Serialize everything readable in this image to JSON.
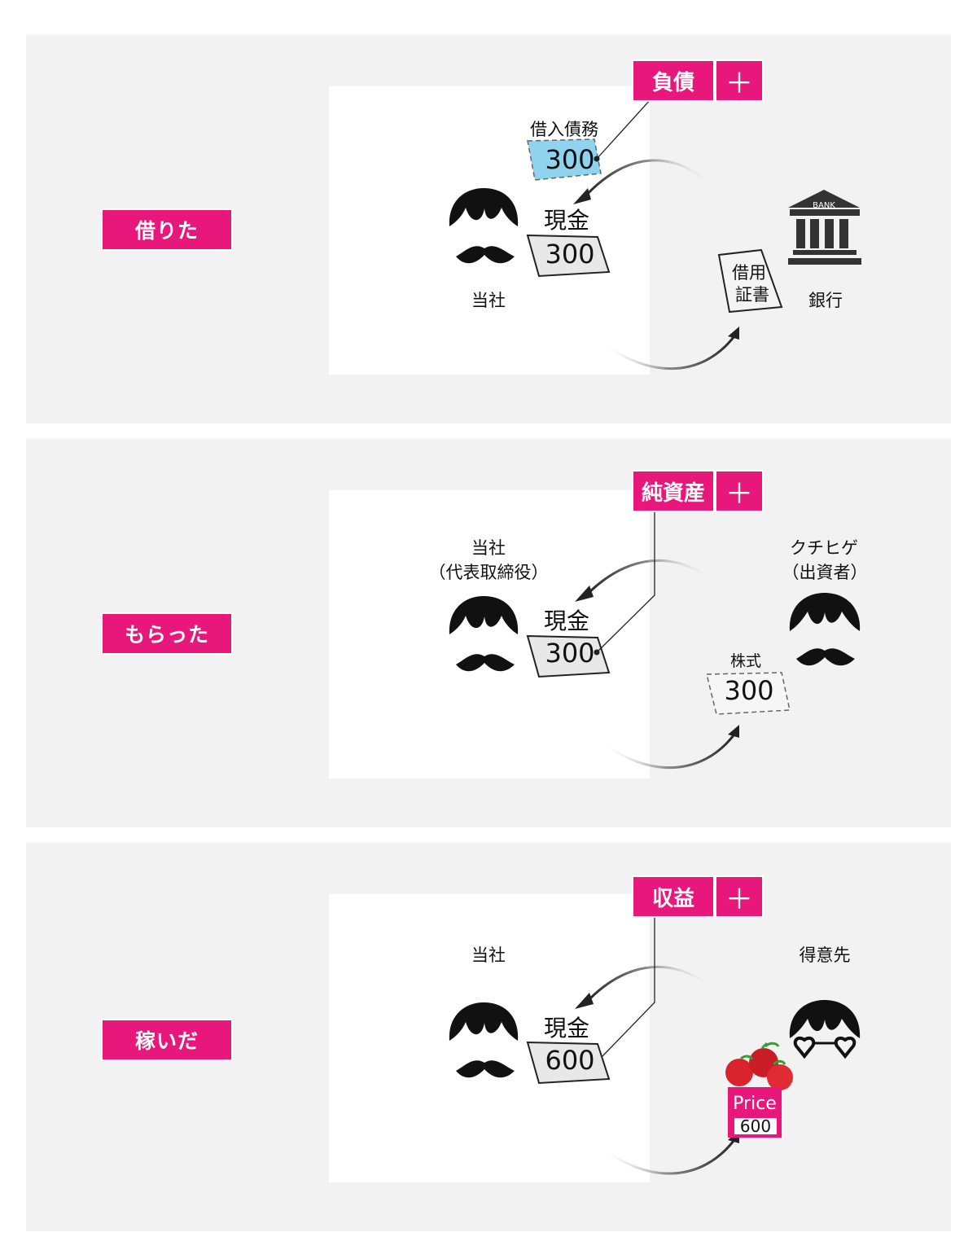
{
  "panels": [
    {
      "label": "借りた",
      "tag": "負債",
      "plus": "＋",
      "company": "当社",
      "cash_label": "現金",
      "cash_value": "300",
      "debt_label": "借入債務",
      "debt_value": "300",
      "doc_label_1": "借用",
      "doc_label_2": "証書",
      "bank_sign": "BANK",
      "bank_name": "銀行"
    },
    {
      "label": "もらった",
      "tag": "純資産",
      "plus": "＋",
      "company": "当社",
      "company_role": "（代表取締役）",
      "cash_label": "現金",
      "cash_value": "300",
      "investor": "クチヒゲ",
      "investor_role": "（出資者）",
      "stock_label": "株式",
      "stock_value": "300"
    },
    {
      "label": "稼いだ",
      "tag": "収益",
      "plus": "＋",
      "company": "当社",
      "cash_label": "現金",
      "cash_value": "600",
      "customer": "得意先",
      "price_label": "Price",
      "price_value": "600"
    }
  ],
  "colors": {
    "accent": "#e8177b",
    "panel_bg": "#f2f2f2",
    "debt_note": "#8fd3ef"
  }
}
